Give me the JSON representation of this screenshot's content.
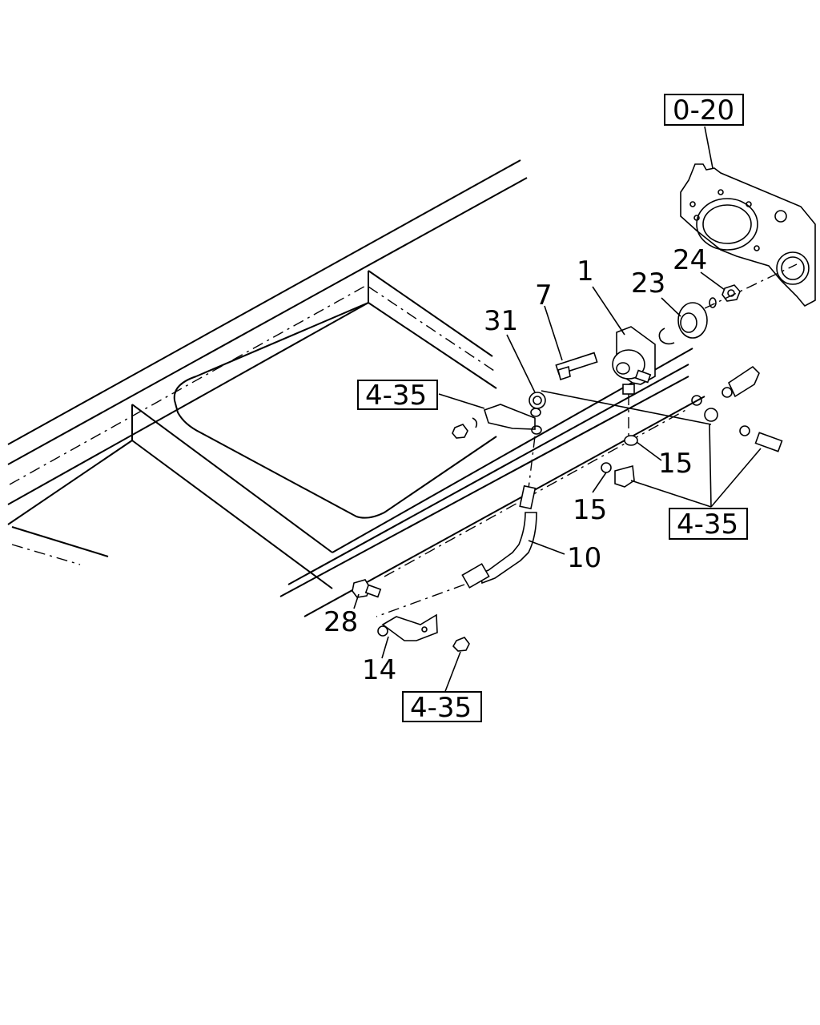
{
  "callouts": {
    "c1": "1",
    "c7": "7",
    "c10": "10",
    "c14": "14",
    "c15a": "15",
    "c15b": "15",
    "c23": "23",
    "c24": "24",
    "c28": "28",
    "c31": "31"
  },
  "refs": {
    "r020": "0-20",
    "r435_left": "4-35",
    "r435_right": "4-35",
    "r435_bottom": "4-35"
  }
}
